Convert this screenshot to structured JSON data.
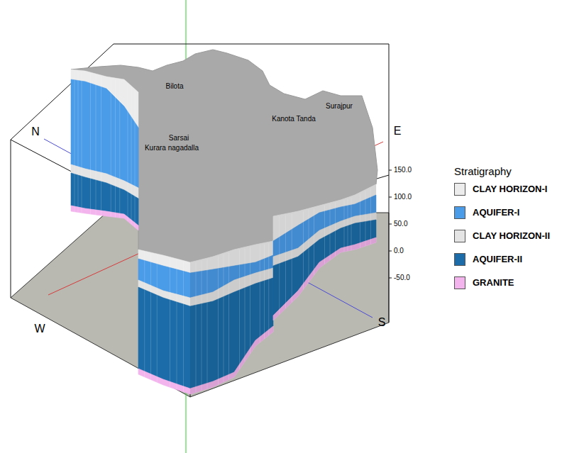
{
  "diagram": {
    "labels": [
      "N",
      "E",
      "150.0",
      "100.0",
      "Bilota",
      "Surajpur",
      "Kanota Tanda",
      "Sarsai",
      "Kurara nagadalla",
      "50.0",
      "0.0",
      "-50.0",
      "W",
      "S",
      "Stratigraphy"
    ],
    "legend": [
      {
        "text": "CLAY HORIZON-I",
        "color": "#ececec"
      },
      {
        "text": "AQUIFER-I",
        "color": "#4a9be8"
      },
      {
        "text": "CLAY HORIZON-II",
        "color": "#e4e4e4"
      },
      {
        "text": "AQUIFER-II",
        "color": "#1b6ca8"
      },
      {
        "text": "GRANITE",
        "color": "#f3b4ee"
      }
    ]
  }
}
